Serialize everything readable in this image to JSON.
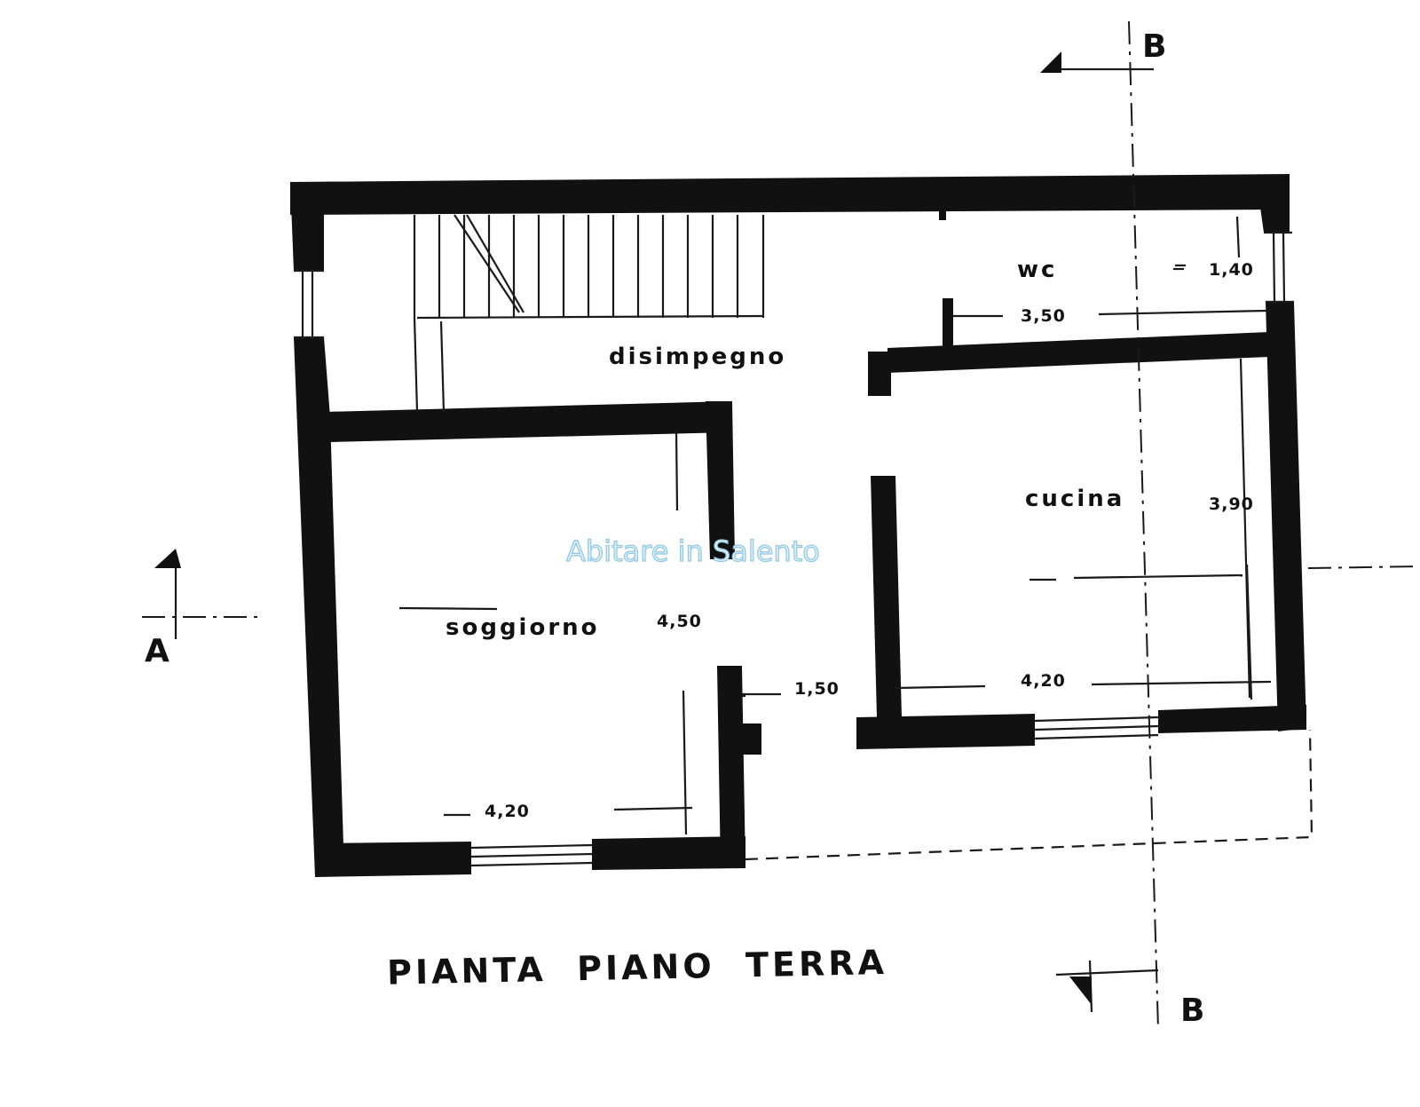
{
  "rooms": {
    "wc": "wc",
    "disimpegno": "disimpegno",
    "cucina": "cucina",
    "soggiorno": "soggiorno"
  },
  "dimensions": {
    "wc_width": "1,40",
    "corridor_length": "3,50",
    "cucina_depth": "3,90",
    "soggiorno_depth": "4,50",
    "door_gap": "1,50",
    "cucina_width": "4,20",
    "soggiorno_width": "4,20"
  },
  "sections": {
    "a_letter": "A",
    "b_letter_top": "B",
    "b_letter_bottom": "B"
  },
  "title": "PIANTA  PIANO  TERRA",
  "watermark": "Abitare in Salento"
}
